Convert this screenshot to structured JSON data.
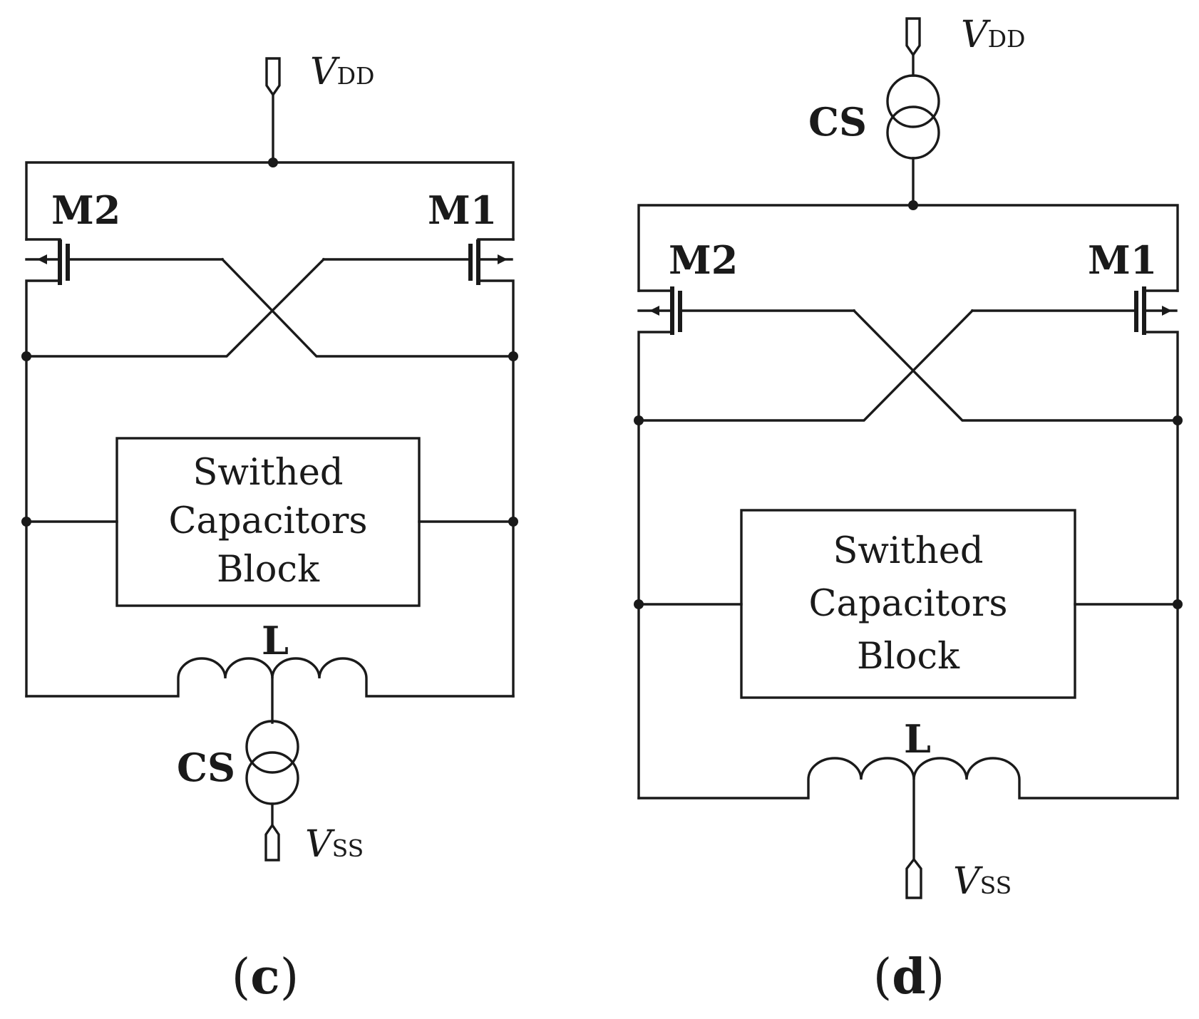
{
  "panel_c": {
    "vdd_label": {
      "main": "V",
      "sub": "DD"
    },
    "vss_label": {
      "main": "V",
      "sub": "SS"
    },
    "m2_label": "M2",
    "m1_label": "M1",
    "block_lines": [
      "Swithed",
      "Capacitors",
      "Block"
    ],
    "inductor_label": "L",
    "cs_label": "CS",
    "caption": {
      "open": "(",
      "letter": "c",
      "close": ")"
    }
  },
  "panel_d": {
    "vdd_label": {
      "main": "V",
      "sub": "DD"
    },
    "vss_label": {
      "main": "V",
      "sub": "SS"
    },
    "m2_label": "M2",
    "m1_label": "M1",
    "block_lines": [
      "Swithed",
      "Capacitors",
      "Block"
    ],
    "inductor_label": "L",
    "cs_label": "CS",
    "caption": {
      "open": "(",
      "letter": "d",
      "close": ")"
    }
  },
  "colors": {
    "ink": "#1a1a1a",
    "background": "#ffffff"
  }
}
